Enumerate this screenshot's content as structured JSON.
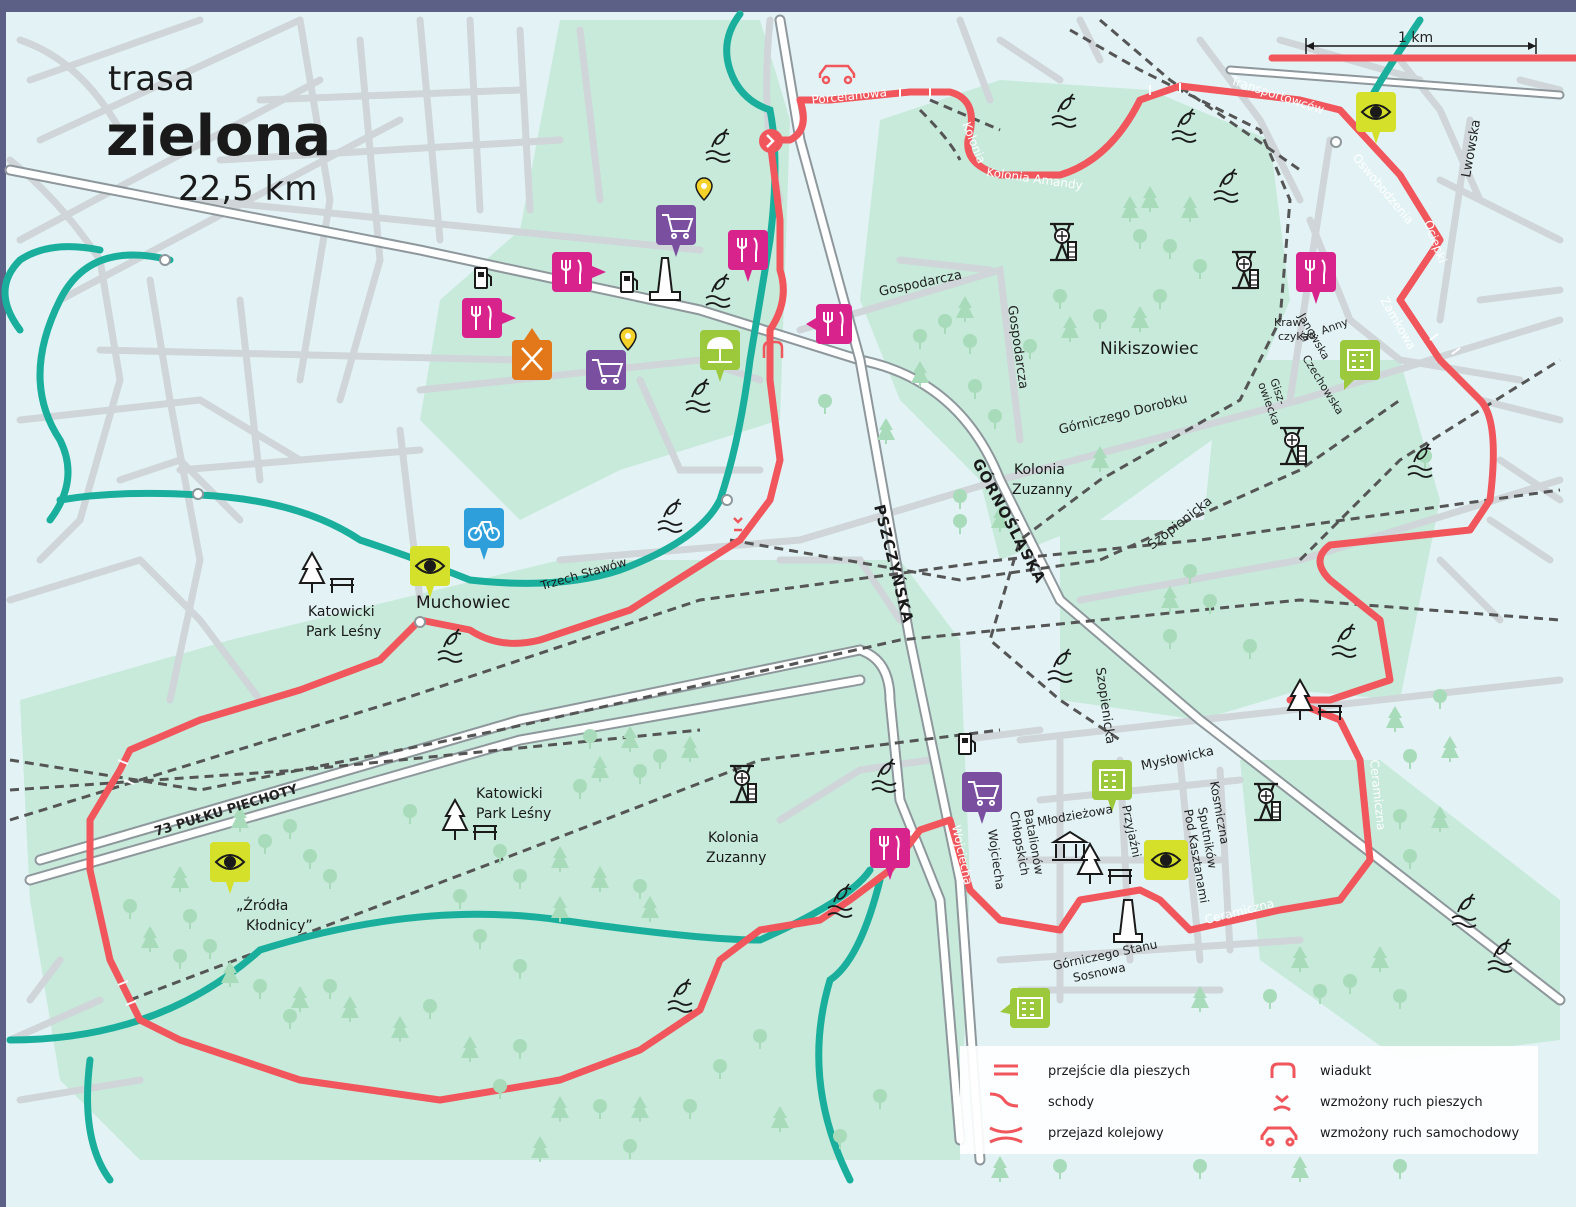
{
  "title": {
    "prefix": "trasa",
    "name": "zielona",
    "length": "22,5 km"
  },
  "scale": {
    "label": "1 km"
  },
  "colors": {
    "route_red": "#f0565b",
    "route_teal": "#1aaf9c",
    "bg_light": "#e3f3f5",
    "park_green": "#c6e9d6",
    "road_gray": "#cfd5d8",
    "poi_magenta": "#d8238c",
    "poi_purple": "#7b4fa0",
    "poi_lime": "#d4e02a",
    "poi_green": "#9cc83c",
    "poi_orange": "#e2781a",
    "poi_blue": "#2e9fdb"
  },
  "places": {
    "muchowiec": "Muchowiec",
    "nikiszowiec": "Nikiszowiec",
    "kolonia_zuzanny_1": [
      "Kolonia",
      "Zuzanny"
    ],
    "kolonia_zuzanny_2": [
      "Kolonia",
      "Zuzanny"
    ],
    "park_lesny_1": [
      "Katowicki",
      "Park Leśny"
    ],
    "park_lesny_2": [
      "Katowicki",
      "Park Leśny"
    ],
    "zrodla": [
      "„Źródła",
      "Kłodnicy”"
    ]
  },
  "streets": {
    "porcelanowa": "Porcelanowa",
    "kolonia_amandy_1": "Kolonia",
    "kolonia_amandy_2": "Kolonia Amandy",
    "transportowcow": "Transportowców",
    "oswobodzenia": "Oswobodzenia",
    "ociepki": "Ociepki",
    "lwowska": "Lwowska",
    "gospodarcza_h": "Gospodarcza",
    "gospodarcza_v": "Gospodarcza",
    "gorniczego_dorobku": "Górniczego Dorobku",
    "gornoslaska": "GÓRNOŚLĄSKA",
    "pszczynska": "PSZCZYŃSKA",
    "szopienicka_1": "Szopienicka",
    "szopienicka_2": "Szopienicka",
    "trzech_stawow": "Trzech Stawów",
    "pulku": "73 PUŁKU PIECHOTY",
    "zamkowa": "Zamkowa",
    "krawczyka": [
      "Kraw-",
      "czyka"
    ],
    "janowska": "Janowska",
    "sw_anny": "Św. Anny",
    "czechowska": "Czechowska",
    "gisz": [
      "Gisz-",
      "owiecka"
    ],
    "myslowicka": "Mysłowicka",
    "mlodziezowa": "Młodzieżowa",
    "batalionow": [
      "Batalionów",
      "Chłopskich"
    ],
    "przyjazni": "Przyjaźni",
    "kosmiczna": "Kosmiczna",
    "sputnikow": [
      "Sputników",
      "Pod Kasztanami"
    ],
    "wojciecha_1": "Wojciecha",
    "wojciecha_2": "Wojciecha",
    "ceramiczna_1": "Ceramiczna",
    "ceramiczna_2": "Ceramiczna",
    "gorniczego_stanu": [
      "Górniczego Stanu",
      "Sosnowa"
    ]
  },
  "legend": {
    "items": [
      {
        "label": "przejście dla pieszych",
        "icon": "crosswalk-icon"
      },
      {
        "label": "schody",
        "icon": "stairs-icon"
      },
      {
        "label": "przejazd kolejowy",
        "icon": "railway-crossing-icon"
      },
      {
        "label": "wiadukt",
        "icon": "viaduct-icon"
      },
      {
        "label": "wzmożony ruch pieszych",
        "icon": "pedestrian-traffic-icon"
      },
      {
        "label": "wzmożony ruch samochodowy",
        "icon": "car-traffic-icon"
      }
    ]
  }
}
